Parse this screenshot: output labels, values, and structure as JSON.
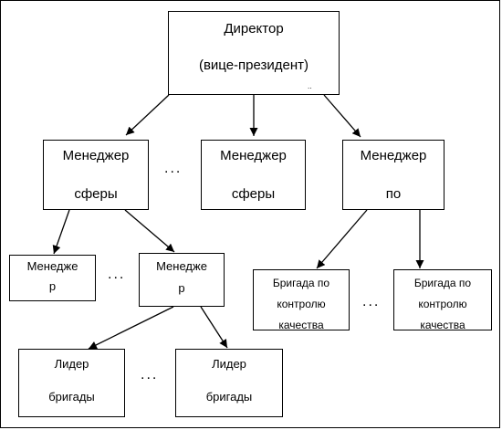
{
  "director": {
    "line1": "Директор",
    "line2": "(вице-президент)",
    "mark": ".."
  },
  "manager_left": {
    "line1": "Менеджер",
    "line2": "сферы"
  },
  "manager_center": {
    "line1": "Менеджер",
    "line2": "сферы"
  },
  "manager_right": {
    "line1": "Менеджер",
    "line2": "по"
  },
  "sub_manager_left": {
    "line1": "Менедже",
    "line2": "р"
  },
  "sub_manager_right": {
    "line1": "Менедже",
    "line2": "р"
  },
  "brigade_left": {
    "line1": "Бригада по",
    "line2": "контролю",
    "line3": "качества"
  },
  "brigade_right": {
    "line1": "Бригада по",
    "line2": "контролю",
    "line3": "качества"
  },
  "leader_left": {
    "line1": "Лидер",
    "line2": "бригады"
  },
  "leader_right": {
    "line1": "Лидер",
    "line2": "бригады"
  },
  "ellipses": {
    "managers": "...",
    "sub_managers": "...",
    "leaders": "...",
    "brigades": "..."
  },
  "colors": {
    "line": "#000000",
    "box_fill": "#ffffff",
    "background": "#ffffff"
  }
}
